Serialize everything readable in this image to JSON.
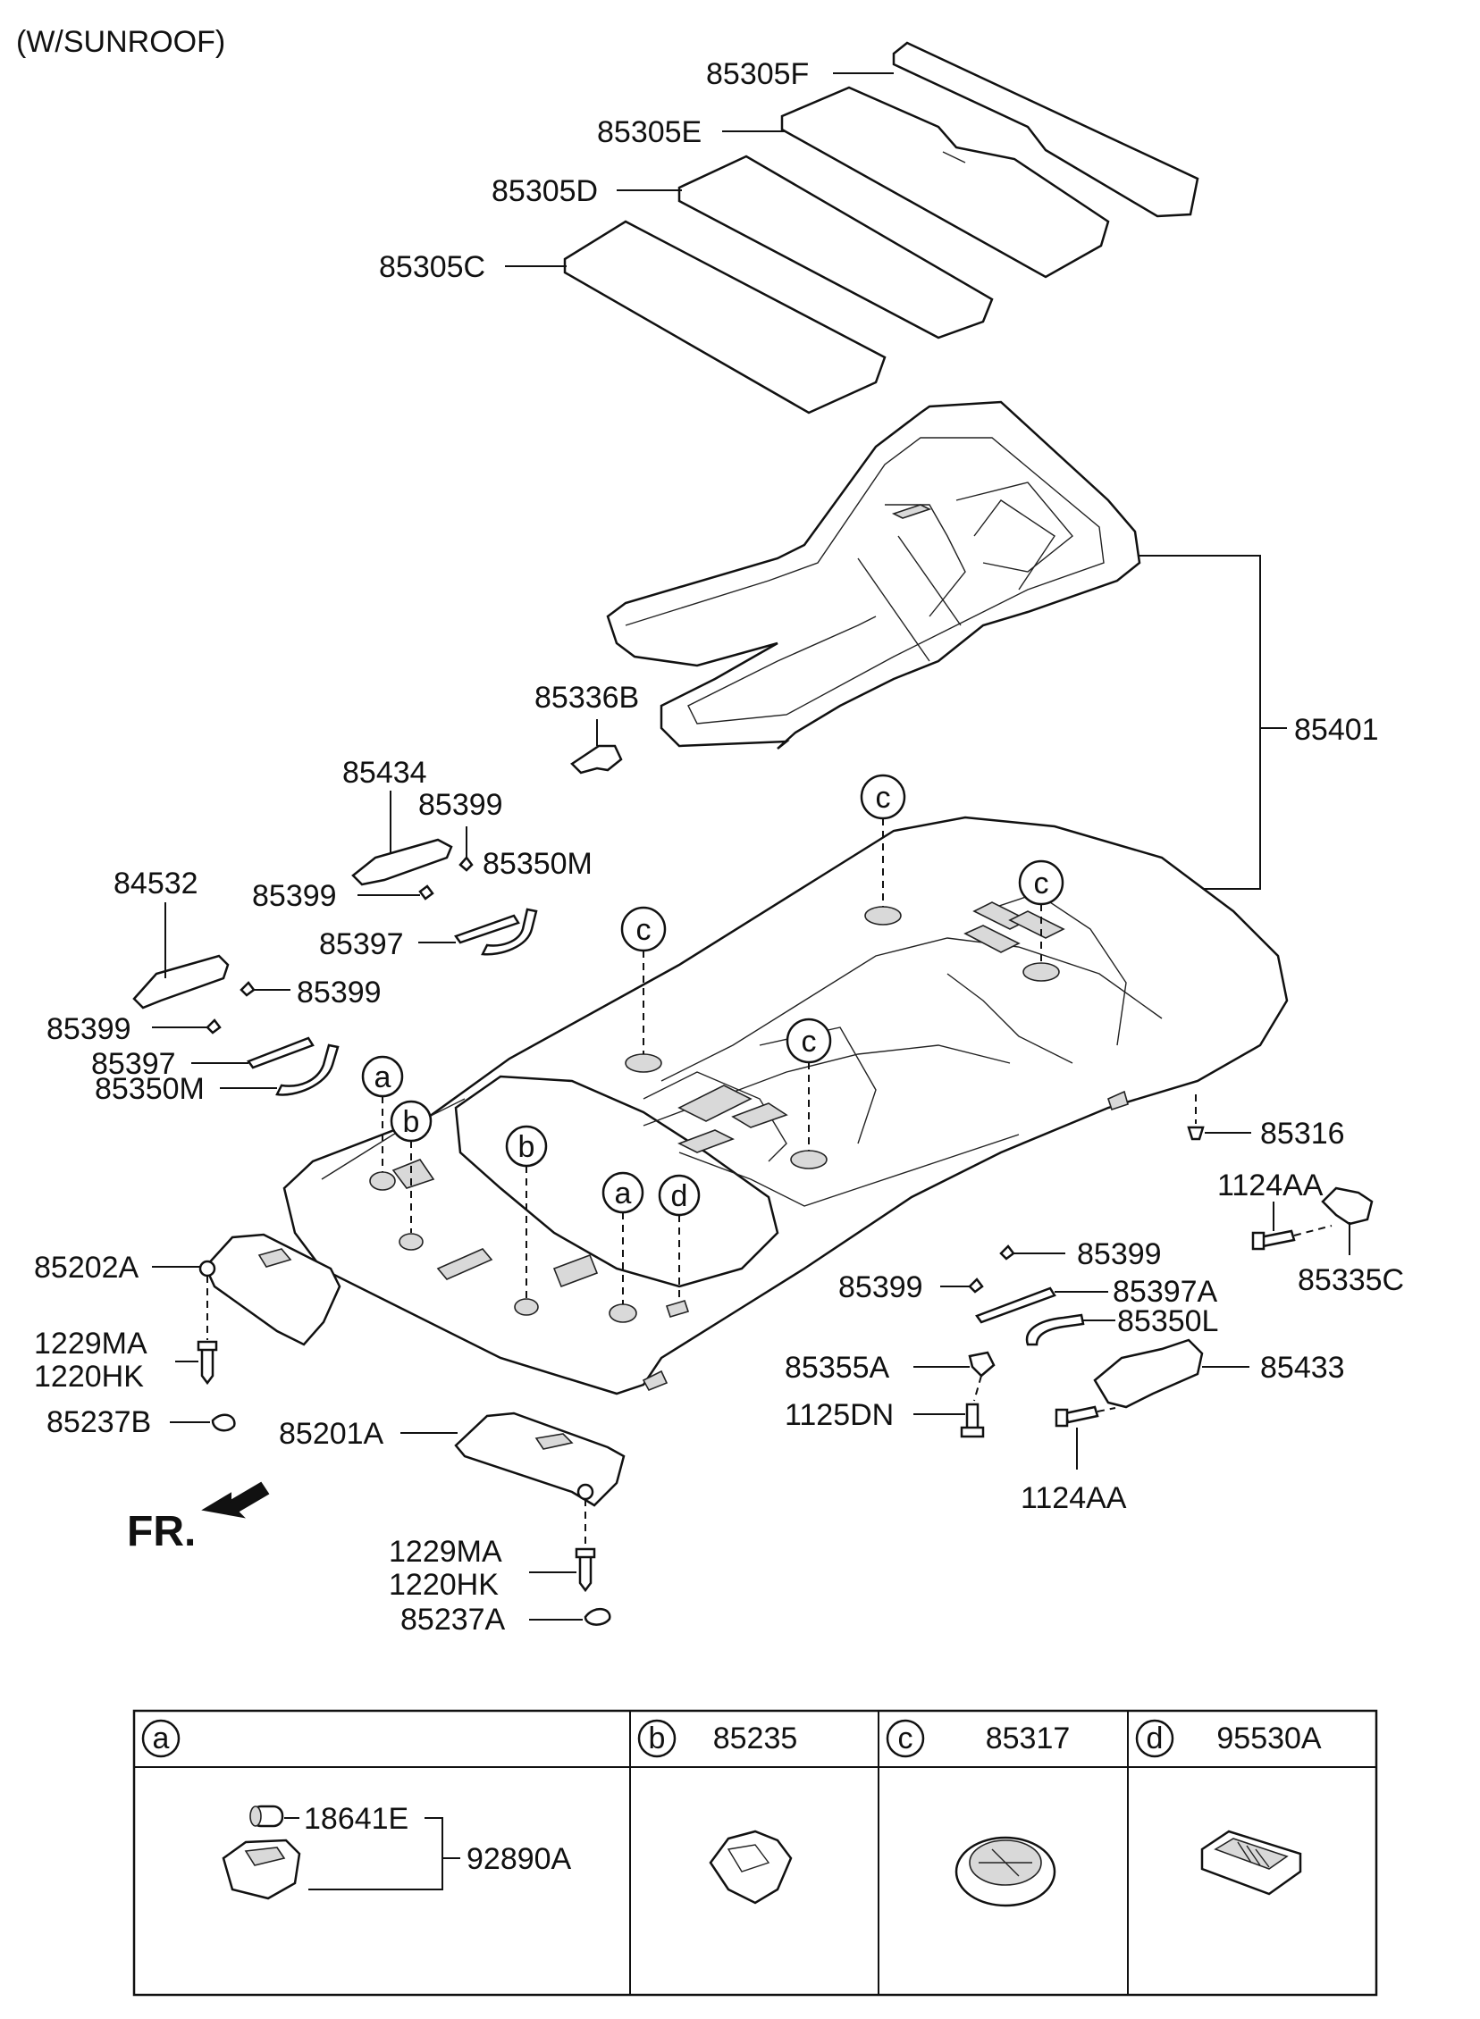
{
  "header_note": "(W/SUNROOF)",
  "direction_label": "FR.",
  "labels": {
    "p85305F": "85305F",
    "p85305E": "85305E",
    "p85305D": "85305D",
    "p85305C": "85305C",
    "p85401": "85401",
    "p85336B": "85336B",
    "p85434": "85434",
    "p85399_a": "85399",
    "p85350M_a": "85350M",
    "p85399_b": "85399",
    "p85397_a": "85397",
    "p84532": "84532",
    "p85399_c": "85399",
    "p85399_d": "85399",
    "p85397_b": "85397",
    "p85350M_b": "85350M",
    "p85202A": "85202A",
    "p1229MA_a": "1229MA",
    "p1220HK_a": "1220HK",
    "p85237B": "85237B",
    "p85201A": "85201A",
    "p1229MA_b": "1229MA",
    "p1220HK_b": "1220HK",
    "p85237A": "85237A",
    "p85316": "85316",
    "p1124AA_a": "1124AA",
    "p85335C": "85335C",
    "p85399_e": "85399",
    "p85399_f": "85399",
    "p85397A": "85397A",
    "p85350L": "85350L",
    "p85355A": "85355A",
    "p85433": "85433",
    "p1125DN": "1125DN",
    "p1124AA_b": "1124AA"
  },
  "callouts": {
    "c1": "c",
    "c2": "c",
    "c3": "c",
    "c4": "c",
    "a1": "a",
    "a2": "a",
    "b1": "b",
    "b2": "b",
    "d1": "d"
  },
  "legend": {
    "a": {
      "key": "a",
      "part": "",
      "labels": [
        "18641E",
        "92890A"
      ]
    },
    "b": {
      "key": "b",
      "part": "85235"
    },
    "c": {
      "key": "c",
      "part": "85317"
    },
    "d": {
      "key": "d",
      "part": "95530A"
    }
  }
}
